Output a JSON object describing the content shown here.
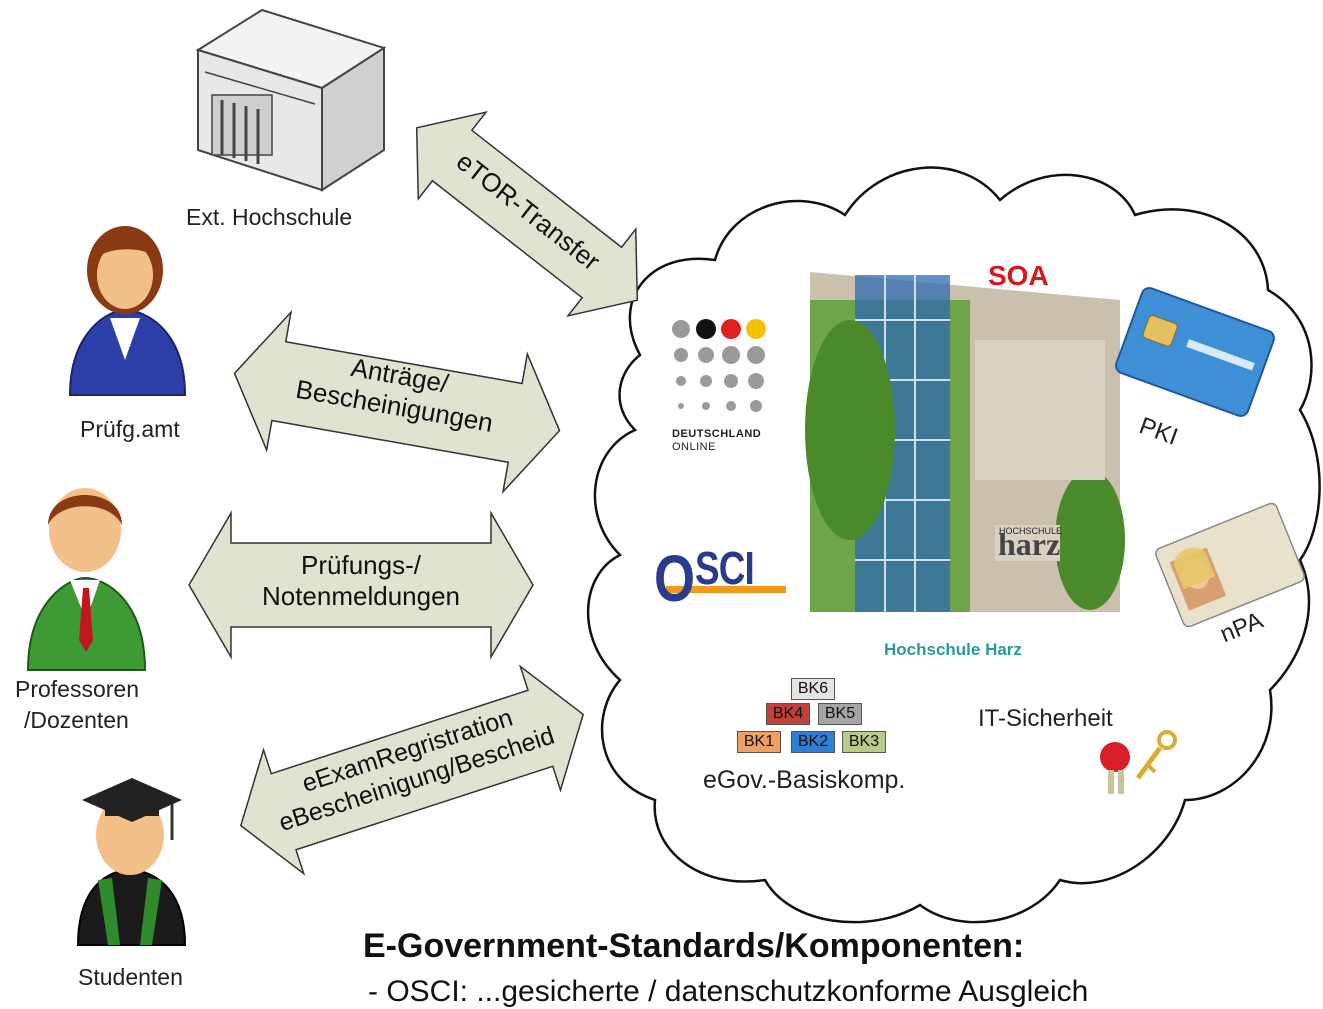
{
  "actors": {
    "ext_hochschule": "Ext. Hochschule",
    "pruefgamt": "Prüfg.amt",
    "professoren_line1": "Professoren",
    "professoren_line2": "/Dozenten",
    "studenten": "Studenten"
  },
  "arrows": {
    "etor": "eTOR-Transfer",
    "antraege_line1": "Anträge/",
    "antraege_line2": "Bescheinigungen",
    "pruefungs_line1": "Prüfungs-/",
    "pruefungs_line2": "Notenmeldungen",
    "exam_line1": "eExamRegristration",
    "exam_line2": "eBescheinigung/Bescheid"
  },
  "cloud": {
    "soa": "SOA",
    "deutschland_line1": "DEUTSCHLAND",
    "deutschland_line2": "ONLINE",
    "osci_o": "O",
    "osci_rest": "SCI",
    "hochschule_sign_line1": "HOCHSCHULE",
    "hochschule_sign_line2": "harz",
    "hochschule_caption": "Hochschule Harz",
    "pki": "PKI",
    "npa": "nPA",
    "it_sicherheit": "IT-Sicherheit",
    "egov_basis": "eGov.-Basiskomp.",
    "bk": {
      "bk6": "BK6",
      "bk4": "BK4",
      "bk5": "BK5",
      "bk1": "BK1",
      "bk2": "BK2",
      "bk3": "BK3"
    }
  },
  "footer": {
    "heading": "E-Government-Standards/Komponenten:",
    "subline": "- OSCI: ...gesicherte / datenschutzkonforme Ausgleich"
  },
  "colors": {
    "arrow_fill": "#dfe3d0",
    "soa_red": "#d6181e",
    "caption_teal": "#2a9a9a",
    "osci_blue": "#2a3a8e",
    "osci_orange": "#f39a1a"
  }
}
